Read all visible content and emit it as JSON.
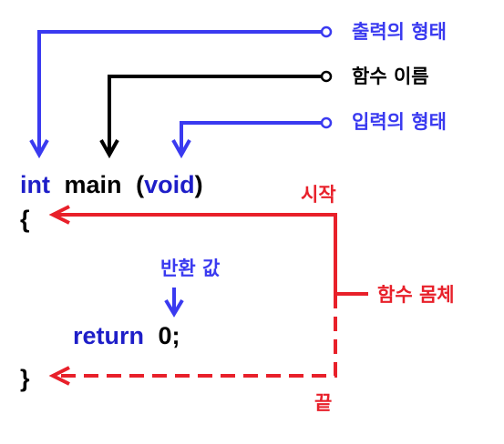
{
  "colors": {
    "blue": "#3a3af0",
    "code_blue": "#1e1ec8",
    "black": "#000000",
    "red": "#e8202a",
    "background": "#ffffff"
  },
  "code": {
    "return_type": "int",
    "function_name": "main",
    "open_paren": "(",
    "param_type": "void",
    "close_paren": ")",
    "open_brace": "{",
    "return_keyword": "return",
    "return_value": "0;",
    "close_brace": "}"
  },
  "labels": {
    "output_type": "출력의 형태",
    "function_name": "함수 이름",
    "input_type": "입력의 형태",
    "return_value": "반환 값",
    "start": "시작",
    "function_body": "함수 몸체",
    "end": "끝"
  }
}
